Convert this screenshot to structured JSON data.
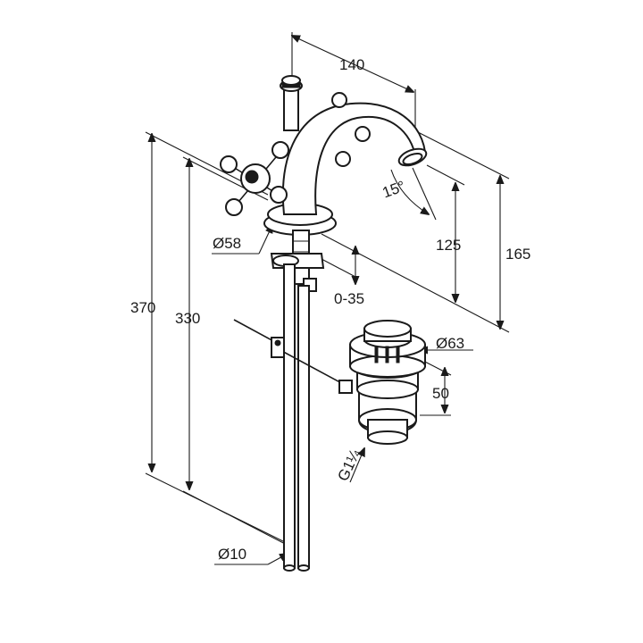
{
  "dimensions": {
    "width_140": "140",
    "height_165": "165",
    "height_125": "125",
    "angle_15": "15°",
    "dia_58": "Ø58",
    "range_0_35": "0-35",
    "height_370": "370",
    "height_330": "330",
    "dia_63": "Ø63",
    "height_50": "50",
    "thread_g114": "G1¼",
    "dia_10": "Ø10"
  },
  "colors": {
    "line": "#1a1a1a",
    "background": "#ffffff"
  }
}
